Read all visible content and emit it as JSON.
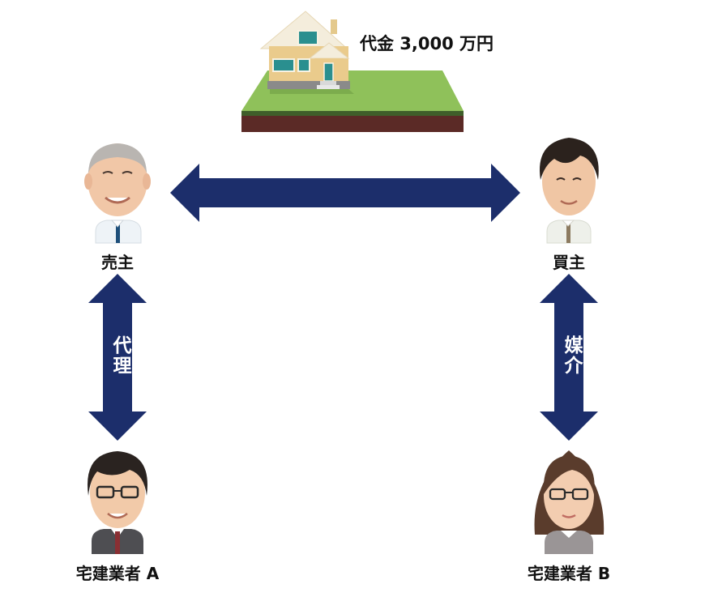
{
  "property": {
    "price_label": "代金 3,000 万円",
    "icon": "house-icon"
  },
  "parties": {
    "seller": "売主",
    "buyer": "買主",
    "agent_a": "宅建業者 A",
    "agent_b": "宅建業者 B"
  },
  "relations": {
    "seller_agent": "代理",
    "buyer_agent": "媒介"
  },
  "colors": {
    "arrow": "#1c2e6b",
    "grass": "#8fc15a",
    "soil": "#5b2a26",
    "house_wall": "#eacb8c",
    "house_roof": "#f4eddc"
  }
}
